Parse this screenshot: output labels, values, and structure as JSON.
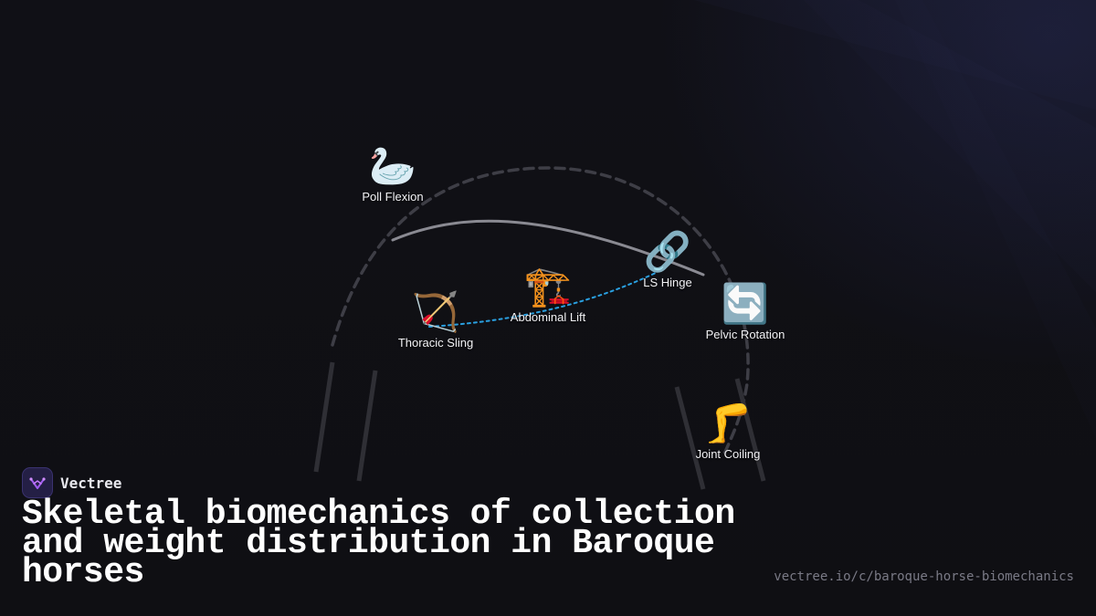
{
  "brand": {
    "name": "Vectree"
  },
  "title": "Skeletal biomechanics of collection and weight distribution in Baroque horses",
  "url": "vectree.io/c/baroque-horse-biomechanics",
  "colors": {
    "background": "#0f0f14",
    "arc": "#3e3e46",
    "back_line": "#8a8a92",
    "link_line": "#2aa0e0",
    "legs": "#2f2f35",
    "text": "#ffffff",
    "url_text": "#7a7a86",
    "logo_bg": "#241f45",
    "logo_accent": "#a05cf0"
  },
  "nodes": [
    {
      "id": "poll-flexion",
      "icon": "swan",
      "emoji": "🦢",
      "label": "Poll Flexion"
    },
    {
      "id": "ls-hinge",
      "icon": "link",
      "emoji": "🔗",
      "label": "LS Hinge"
    },
    {
      "id": "abdominal-lift",
      "icon": "crane",
      "emoji": "🏗️",
      "label": "Abdominal Lift"
    },
    {
      "id": "thoracic-sling",
      "icon": "bow-and-arrow",
      "emoji": "🏹",
      "label": "Thoracic Sling"
    },
    {
      "id": "pelvic-rotation",
      "icon": "rotate-arrows",
      "emoji": "🔄",
      "label": "Pelvic Rotation"
    },
    {
      "id": "joint-coiling",
      "icon": "leg",
      "emoji": "🦵",
      "label": "Joint Coiling"
    }
  ]
}
